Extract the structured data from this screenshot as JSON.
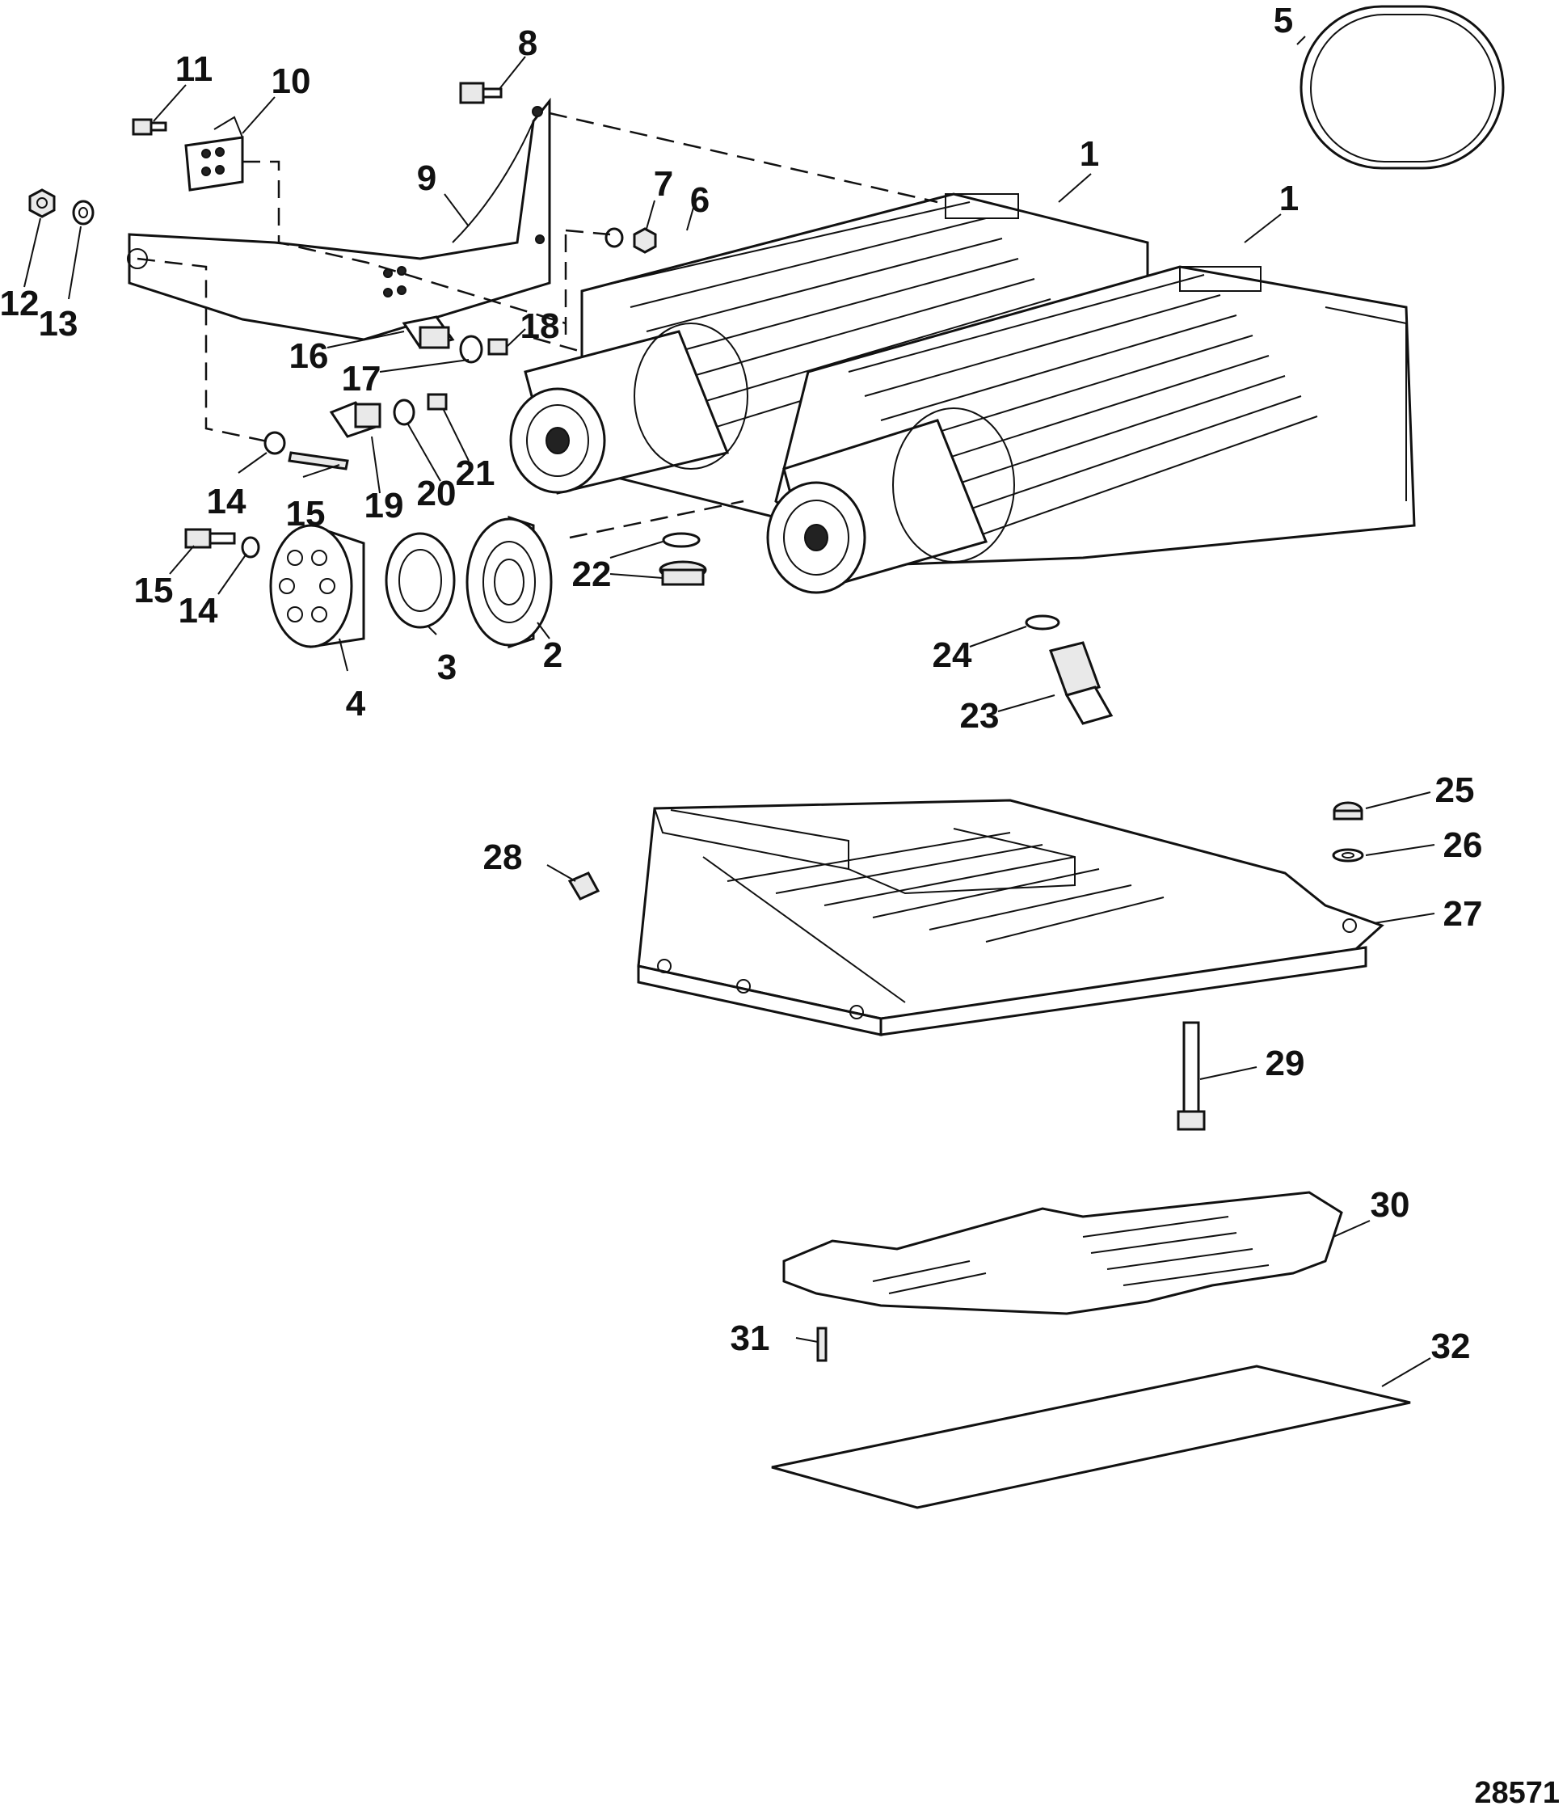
{
  "drawing_number": "28571",
  "callouts": [
    "1",
    "1",
    "2",
    "3",
    "4",
    "5",
    "6",
    "7",
    "8",
    "9",
    "10",
    "11",
    "12",
    "13",
    "14",
    "14",
    "15",
    "15",
    "16",
    "17",
    "18",
    "19",
    "20",
    "21",
    "22",
    "23",
    "24",
    "25",
    "26",
    "27",
    "28",
    "29",
    "30",
    "31",
    "32"
  ]
}
